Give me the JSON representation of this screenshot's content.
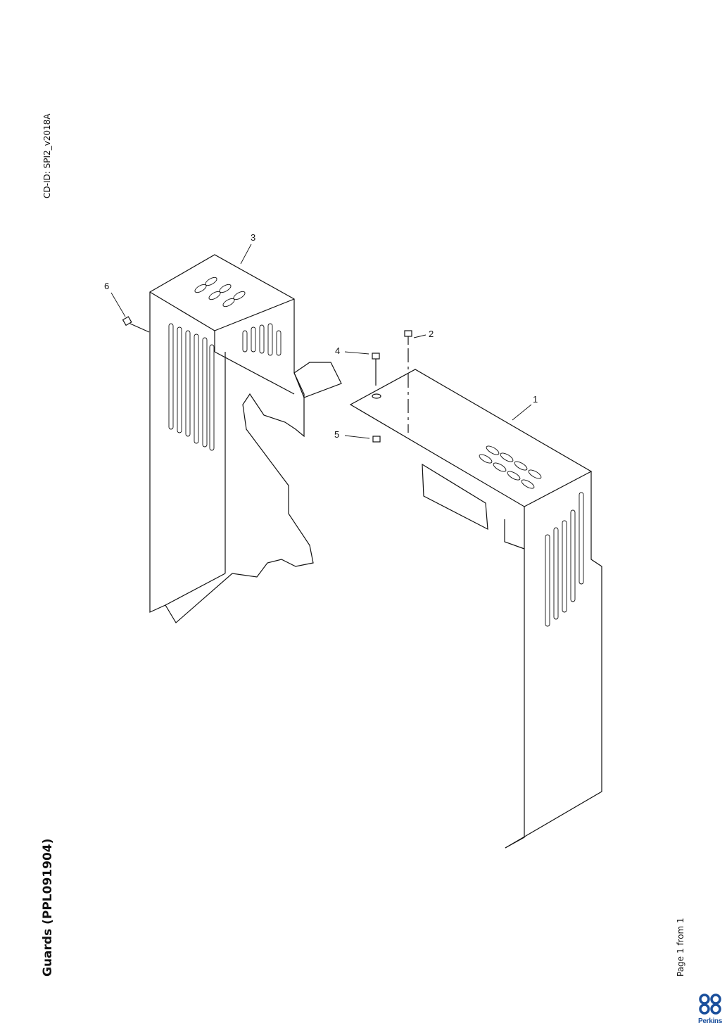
{
  "header": {
    "cd_id": "CD-ID: SPI2_v2018A"
  },
  "title": "Guards (PPL091904)",
  "footer": {
    "page": "Page 1 from 1"
  },
  "logo": {
    "text": "Perkins",
    "color": "#1a4f9c"
  },
  "diagram": {
    "callouts": [
      "1",
      "2",
      "3",
      "4",
      "5",
      "6"
    ]
  }
}
